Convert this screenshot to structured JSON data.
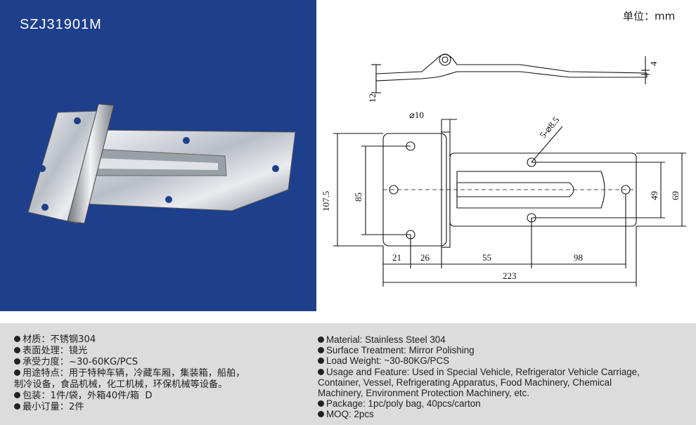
{
  "product": {
    "model": "SZJ31901M",
    "unit_label": "单位：mm"
  },
  "drawing": {
    "dims": {
      "hole_single": "⌀10",
      "holes_multi": "5-⌀8.5",
      "thickness": "4",
      "height_side": "12",
      "overall_height": "107.5",
      "hole_pitch_left": "85",
      "hole_pitch_right": "49",
      "right_height": "69",
      "d21": "21",
      "d26": "26",
      "d55": "55",
      "d98": "98",
      "overall_length": "223"
    }
  },
  "specs_cn": [
    "材质：不锈钢304",
    "表面处理：镜光",
    "承受力度：~30-60KG/PCS",
    "用途特点：用于特种车辆，冷藏车厢，集装箱，船舶，\n制冷设备，食品机械，化工机械，环保机械等设备。",
    "包装：1件/袋，外箱40件/箱  D",
    "最小订量：2件"
  ],
  "specs_en": [
    "Material: Stainless Steel 304",
    "Surface Treatment: Mirror Polishing",
    "Load Weight: ~30-80KG/PCS",
    "Usage and Feature: Used in Special Vehicle, Refrigerator Vehicle Carriage,\nContainer, Vessel, Refrigerating Apparatus, Food Machinery, Chemical\nMachinery, Environment Protection Machinery, etc.",
    "Package: 1pc/poly bag, 40pcs/carton",
    "MOQ: 2pcs"
  ]
}
